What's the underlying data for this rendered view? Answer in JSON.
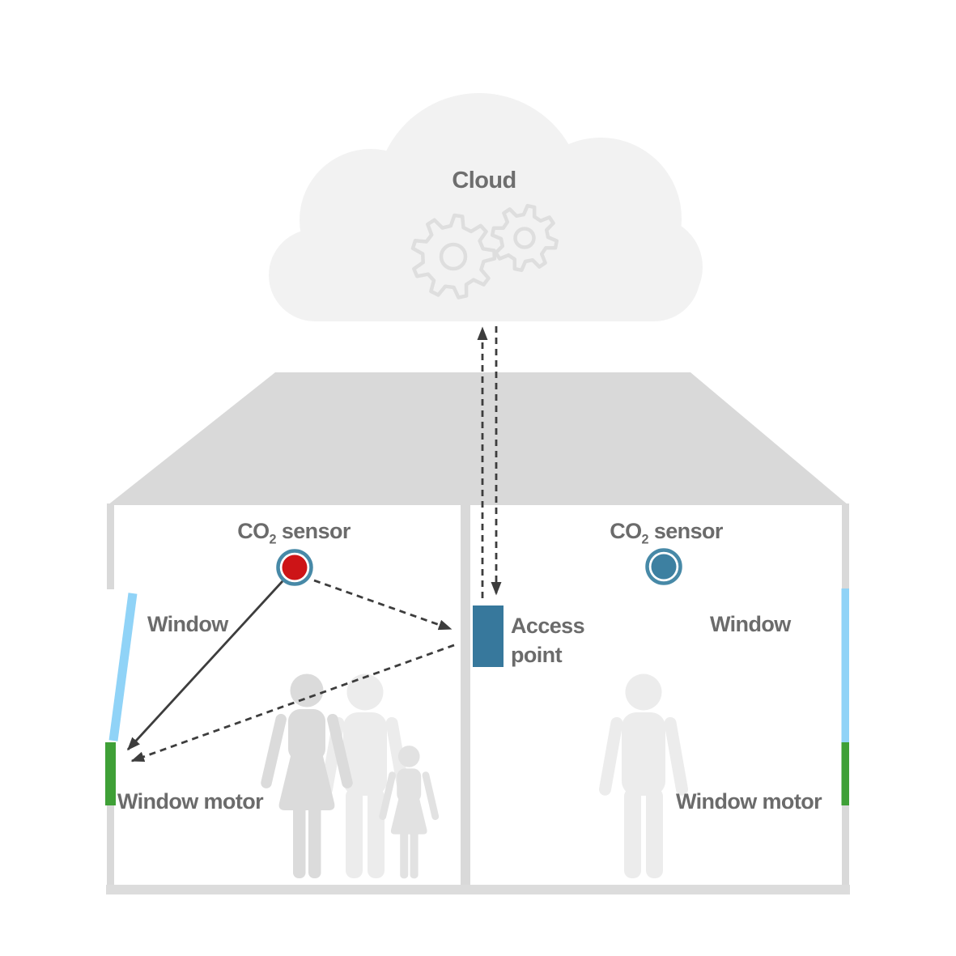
{
  "diagram": {
    "cloud": {
      "label": "Cloud"
    },
    "access_point": {
      "label_line1": "Access",
      "label_line2": "point"
    },
    "left_room": {
      "sensor_label": {
        "prefix": "CO",
        "sub": "2",
        "suffix": " sensor"
      },
      "window_label": "Window",
      "motor_label": "Window motor"
    },
    "right_room": {
      "sensor_label": {
        "prefix": "CO",
        "sub": "2",
        "suffix": " sensor"
      },
      "window_label": "Window",
      "motor_label": "Window motor"
    },
    "colors": {
      "cloud_gray": "#f2f2f2",
      "gear_stroke": "#dedede",
      "structure_gray": "#d9d9d9",
      "floor_gray": "#dcdcdc",
      "window_blue": "#90d3f7",
      "motor_green": "#3fa037",
      "sensor_red": "#cd1417",
      "sensor_ring_teal": "#4789a7",
      "sensor_teal": "#3d80a1",
      "access_point_teal": "#37789c",
      "arrow_dark": "#3d3d3d",
      "label_gray": "#6b6b6b",
      "person_dark": "#dbdbdb",
      "person_light": "#ececec",
      "person_mid": "#e2e2e2",
      "white": "#ffffff"
    }
  }
}
